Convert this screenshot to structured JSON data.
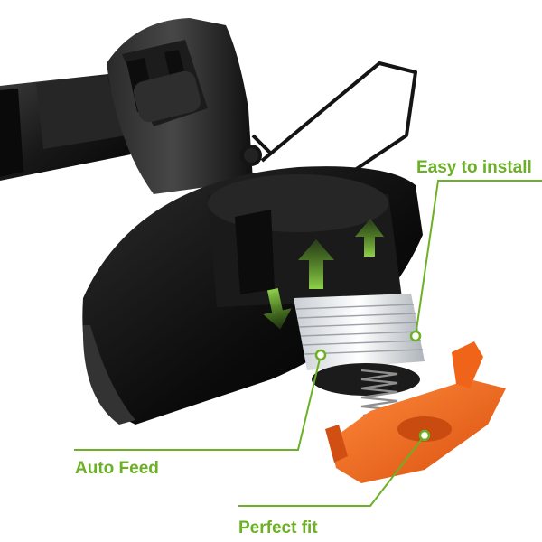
{
  "accent_color": "#6bb025",
  "callouts": {
    "easy_install": "Easy to install",
    "auto_feed": "Auto Feed",
    "perfect_fit": "Perfect fit"
  },
  "parts": {
    "body_color": "#141414",
    "cap_color": "#ef6418",
    "spool_color": "#e9ecef"
  }
}
